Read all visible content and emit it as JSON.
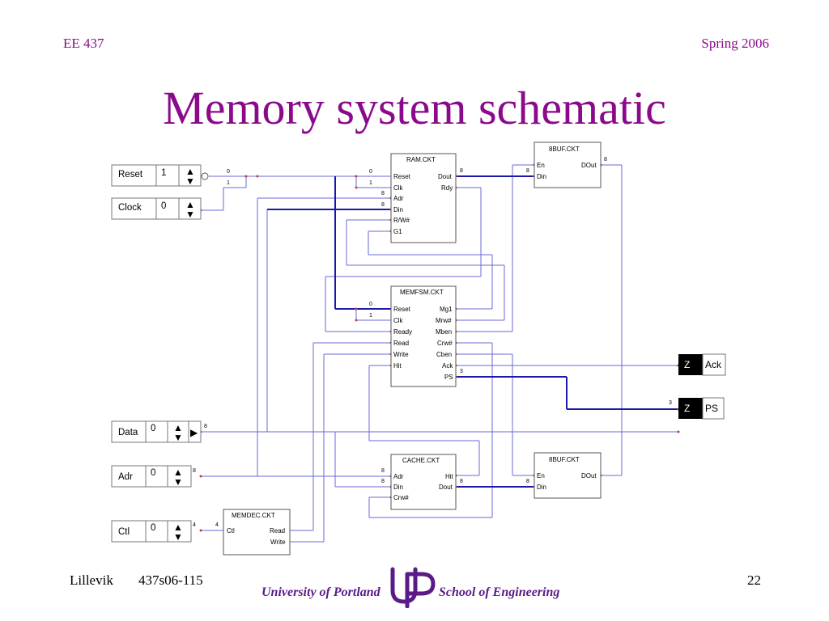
{
  "header": {
    "course": "EE 437",
    "term": "Spring 2006"
  },
  "title": "Memory system schematic",
  "schematic": {
    "inputs": [
      {
        "label": "Reset",
        "value": "1"
      },
      {
        "label": "Clock",
        "value": "0"
      },
      {
        "label": "Data",
        "value": "0"
      },
      {
        "label": "Adr",
        "value": "0"
      },
      {
        "label": "Ctl",
        "value": "0"
      }
    ],
    "outputs": [
      {
        "state": "Z",
        "label": "Ack"
      },
      {
        "state": "Z",
        "label": "PS"
      }
    ],
    "blocks": {
      "ram": {
        "name": "RAM.CKT",
        "in": [
          "Reset",
          "Clk",
          "Adr",
          "Din",
          "R/W#",
          "G1"
        ],
        "out": [
          "Dout",
          "Rdy"
        ]
      },
      "buf_top": {
        "name": "8BUF.CKT",
        "in": [
          "En",
          "Din"
        ],
        "out": [
          "DOut"
        ]
      },
      "memfsm": {
        "name": "MEMFSM.CKT",
        "in": [
          "Reset",
          "Clk",
          "Ready",
          "Read",
          "Write",
          "Hit"
        ],
        "out": [
          "Mg1",
          "Mrw#",
          "Mben",
          "Crw#",
          "Cben",
          "Ack",
          "PS"
        ]
      },
      "cache": {
        "name": "CACHE.CKT",
        "in": [
          "Adr",
          "Din",
          "Crw#"
        ],
        "out": [
          "Hit",
          "Dout"
        ]
      },
      "buf_bot": {
        "name": "8BUF.CKT",
        "in": [
          "En",
          "Din"
        ],
        "out": [
          "DOut"
        ]
      },
      "memdec": {
        "name": "MEMDEC.CKT",
        "in": [
          "Ctl"
        ],
        "out": [
          "Read",
          "Write"
        ]
      }
    },
    "bus_labels": [
      "0",
      "1",
      "0",
      "1",
      "8",
      "8",
      "8",
      "8",
      "0",
      "1",
      "3",
      "3",
      "8",
      "8",
      "8",
      "8",
      "8",
      "8",
      "8",
      "4",
      "4"
    ]
  },
  "footer": {
    "author": "Lillevik",
    "doc_id": "437s06-115",
    "university": "University of Portland",
    "school": "School of Engineering",
    "page": "22"
  },
  "colors": {
    "accent": "#8b0a8b",
    "wire": "#6a6ad8",
    "bus": "#1a1aa8",
    "logo": "#5a1a87"
  }
}
